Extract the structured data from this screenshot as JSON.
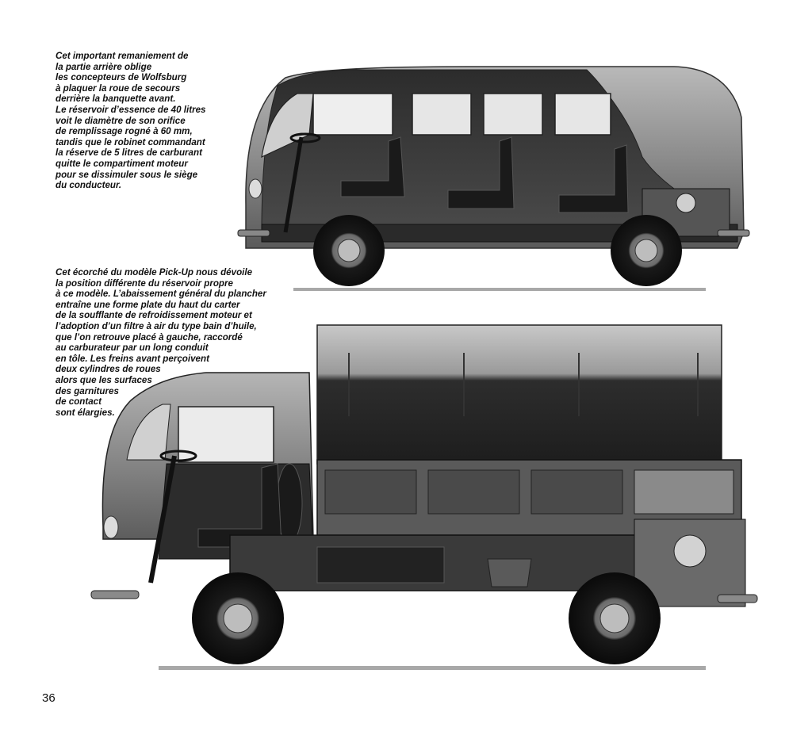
{
  "captions": {
    "bus": [
      "Cet important remaniement de",
      "la partie arrière oblige",
      "les concepteurs de Wolfsburg",
      "à plaquer la roue de secours",
      "derrière la banquette avant.",
      "Le réservoir d’essence de 40 litres",
      "voit le diamètre de son orifice",
      "de remplissage rogné à 60 mm,",
      "tandis que le robinet commandant",
      "la réserve de 5 litres de carburant",
      "quitte le compartiment moteur",
      "pour se dissimuler sous le siège",
      "du conducteur."
    ],
    "pickup": [
      "Cet écorché du modèle Pick-Up nous dévoile",
      "la position différente du réservoir propre",
      "à ce modèle. L’abaissement général du plancher",
      "entraîne une forme plate du haut du carter",
      "de la soufflante de refroidissement moteur et",
      "l’adoption d’un filtre à air du type bain d’huile,",
      "que l’on retrouve placé à gauche, raccordé",
      "au carburateur par un long conduit",
      "en tôle. Les freins avant perçoivent",
      "deux cylindres de roues",
      "alors que les surfaces",
      "des garnitures",
      "de contact",
      "sont élargies."
    ]
  },
  "page_number": "36"
}
